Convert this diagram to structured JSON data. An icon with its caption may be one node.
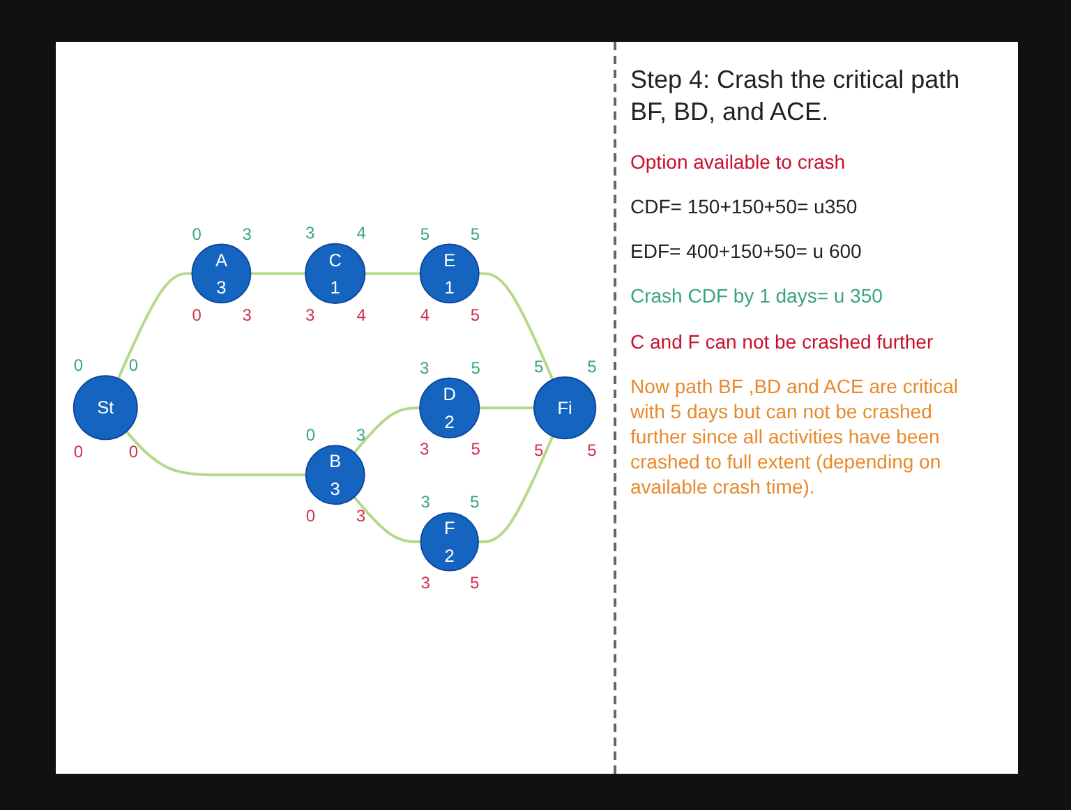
{
  "diagram": {
    "title": "Step 4: Crash the critical path BF, BD, and ACE.",
    "nodes": [
      {
        "text": [
          "St"
        ],
        "beside": [
          "0",
          "0",
          "0",
          "0"
        ]
      },
      {
        "text": [
          "A",
          "3"
        ],
        "beside": [
          "0",
          "3",
          "0",
          "3"
        ]
      },
      {
        "text": [
          "B",
          "3"
        ],
        "beside": [
          "0",
          "3",
          "0",
          "3"
        ]
      },
      {
        "text": [
          "C",
          "1"
        ],
        "beside": [
          "3",
          "4",
          "3",
          "4"
        ]
      },
      {
        "text": [
          "D",
          "2"
        ],
        "beside": [
          "3",
          "5",
          "3",
          "5"
        ]
      },
      {
        "text": [
          "F",
          "2"
        ],
        "beside": [
          "3",
          "5",
          "3",
          "5"
        ]
      },
      {
        "text": [
          "E",
          "1"
        ],
        "beside": [
          "5",
          "5",
          "4",
          "5"
        ]
      },
      {
        "text": [
          "Fi"
        ],
        "beside": [
          "5",
          "5",
          "5",
          "5"
        ]
      }
    ],
    "edges": [
      {
        "from": 0,
        "to": 1,
        "arrow": "none"
      },
      {
        "from": 0,
        "to": 2,
        "arrow": "none"
      },
      {
        "from": 1,
        "to": 3,
        "arrow": "none"
      },
      {
        "from": 2,
        "to": 4,
        "arrow": "none"
      },
      {
        "from": 2,
        "to": 5,
        "arrow": "none"
      },
      {
        "from": 3,
        "to": 6,
        "arrow": "none"
      },
      {
        "from": 6,
        "to": 7,
        "arrow": "none"
      },
      {
        "from": 4,
        "to": 7,
        "arrow": "none"
      },
      {
        "from": 5,
        "to": 7,
        "arrow": "none"
      }
    ],
    "labels": [
      "Option available to crash",
      "CDF= 150+150+50= u350",
      "EDF= 400+150+50= u 600",
      "Crash CDF by 1 days= u 350",
      "C and F can not be crashed further",
      "Now path BF ,BD and ACE are critical with 5 days but can not be crashed further since all activities have been crashed to full extent (depending on available crash time)."
    ]
  }
}
